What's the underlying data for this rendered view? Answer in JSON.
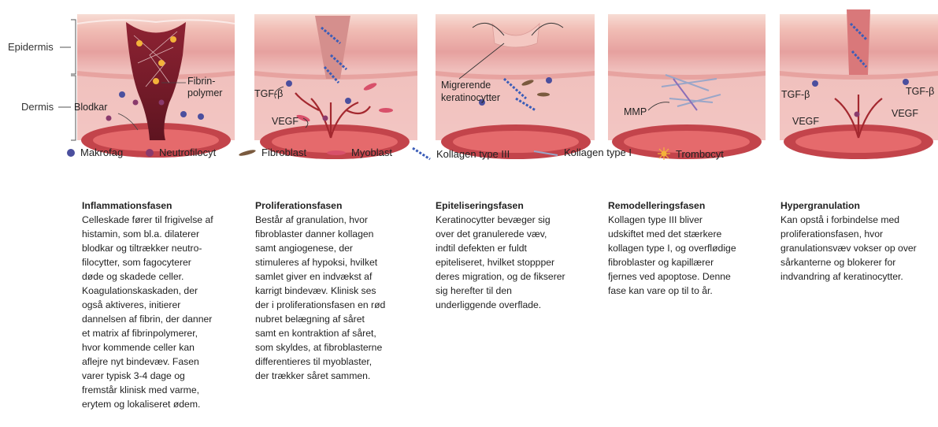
{
  "side_labels": {
    "epidermis": "Epidermis",
    "dermis": "Dermis"
  },
  "panels": [
    {
      "title": "Inflammationsfasen",
      "body": "Celleskade fører til frigivelse af\nhistamin, som bl.a. dilaterer\nblodkar og tiltrækker neutro-\nfilocytter, som fagocyterer\ndøde og skadede celler.\nKoagulationskaskaden, der\nogså aktiveres, initierer\ndannelsen af fibrin, der danner\net matrix af fibrinpolymerer,\nhvor kommende celler kan\naflejre nyt bindevæv. Fasen\nvarer typisk 3-4 dage og\nfremstår klinisk med varme,\nerytem og lokaliseret ødem.",
      "labels": {
        "fibrin_1": "Fibrin-",
        "fibrin_2": "polymer",
        "blodkar": "Blodkar"
      }
    },
    {
      "title": "Proliferationsfasen",
      "body": "Består af granulation, hvor\nfibroblaster danner kollagen\nsamt angiogenese, der\nstimuleres af hypoksi, hvilket\nsamlet giver en indvækst af\nkarrigt bindevæv. Klinisk ses\nder i proliferationsfasen en rød\nnubret belægning af såret\nsamt en kontraktion af såret,\nsom skyldes, at fibroblasterne\ndifferentieres til myoblaster,\nder trækker såret sammen.",
      "labels": {
        "tgf": "TGF-β",
        "vegf": "VEGF"
      }
    },
    {
      "title": "Epiteliseringsfasen",
      "body": "Keratinocytter bevæger sig\nover det granulerede væv,\nindtil defekten er fuldt\nepiteliseret, hvilket stoppper\nderes migration, og de fikserer\nsig herefter til den\nunderliggende overflade.",
      "labels": {
        "migr_1": "Migrerende",
        "migr_2": "keratinocytter"
      }
    },
    {
      "title": "Remodelleringsfasen",
      "body": "Kollagen type III bliver\nudskiftet med det stærkere\nkollagen type I, og overflødige\nfibroblaster og kapillærer\nfjernes ved apoptose. Denne\nfase kan vare op til to år.",
      "labels": {
        "mmp": "MMP"
      }
    },
    {
      "title": "Hypergranulation",
      "body": "Kan opstå i forbindelse med\nproliferationsfasen, hvor\ngranulationsvæv vokser op over\nsårkanterne og blokerer for\nindvandring af keratinocytter.",
      "labels": {
        "tgf_left": "TGF-β",
        "tgf_right": "TGF-β",
        "vegf_left": "VEGF",
        "vegf_right": "VEGF"
      }
    }
  ],
  "legend": [
    {
      "label": "Makrofag",
      "icon": "macrophage-icon",
      "color": "#4b4f9e"
    },
    {
      "label": "Neutrofilocyt",
      "icon": "neutrophil-icon",
      "color": "#8a3a6c"
    },
    {
      "label": "Fibroblast",
      "icon": "fibroblast-icon",
      "color": "#7a5a3e"
    },
    {
      "label": "Myoblast",
      "icon": "myoblast-icon",
      "color": "#d8506a"
    },
    {
      "label": "Kollagen type III",
      "icon": "collagen-iii-icon",
      "color": "#3b5db8"
    },
    {
      "label": "Kollagen type I",
      "icon": "collagen-i-icon",
      "color": "#9aa6c8"
    },
    {
      "label": "Trombocyt",
      "icon": "thrombocyte-icon",
      "color": "#f3b33a"
    }
  ],
  "colors": {
    "epidermis": "#e9a9a6",
    "epidermis_top": "#f6d3cc",
    "dermis": "#f2c3c0",
    "wound": "#7a1e2a",
    "vessel": "#b3303a"
  }
}
